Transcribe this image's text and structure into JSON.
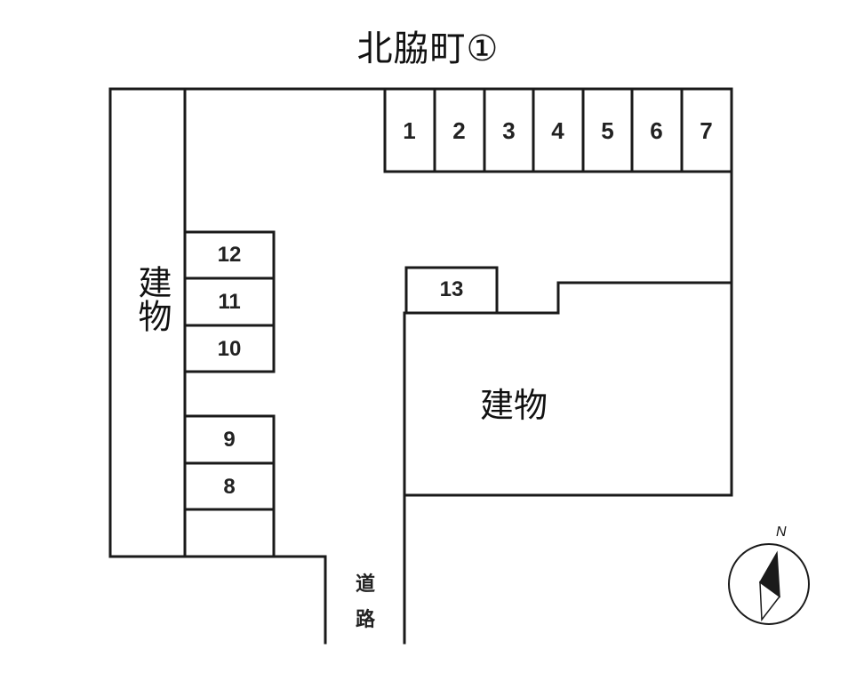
{
  "title": "北脇町①",
  "parking": {
    "top_row": [
      {
        "label": "1"
      },
      {
        "label": "2"
      },
      {
        "label": "3"
      },
      {
        "label": "4"
      },
      {
        "label": "5"
      },
      {
        "label": "6"
      },
      {
        "label": "7"
      }
    ],
    "left_upper": [
      {
        "label": "12"
      },
      {
        "label": "11"
      },
      {
        "label": "10"
      }
    ],
    "left_lower": [
      {
        "label": "9"
      },
      {
        "label": "8"
      },
      {
        "label": ""
      }
    ],
    "space_13": {
      "label": "13"
    }
  },
  "buildings": {
    "left": "建物",
    "right": "建物"
  },
  "road": {
    "label": "道路",
    "chars": [
      "道",
      "路"
    ]
  },
  "compass": {
    "label": "N",
    "icon": "north-arrow-icon"
  },
  "colors": {
    "line": "#1a1a1a",
    "background": "#ffffff",
    "text": "#111111"
  }
}
